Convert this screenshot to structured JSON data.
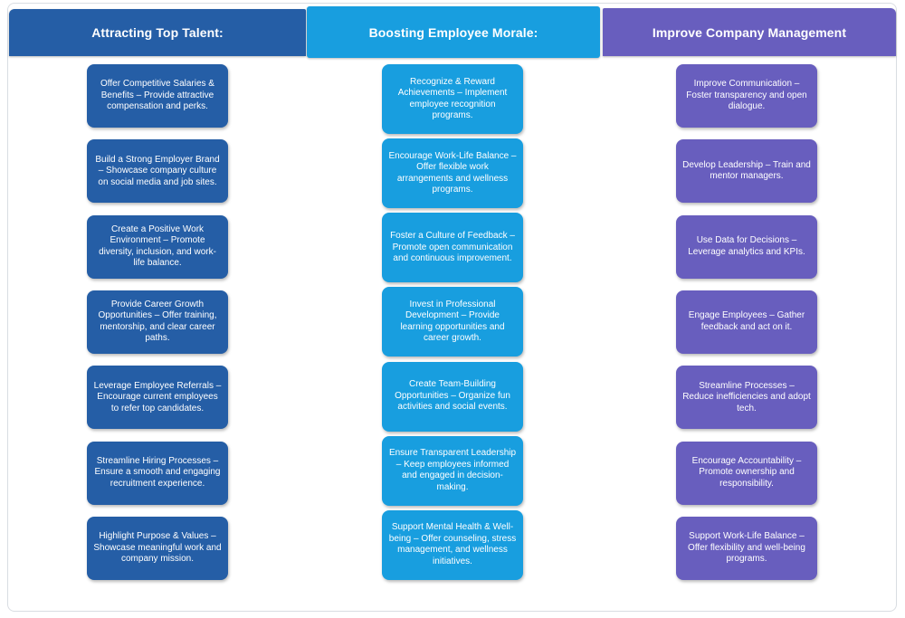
{
  "board": {
    "background_color": "#ffffff",
    "frame_border_color": "#d9dde2",
    "text_color": "#ffffff"
  },
  "columns": [
    {
      "id": "attracting-top-talent",
      "header": "Attracting Top Talent:",
      "color": "#255EA6",
      "cards": [
        "Offer Competitive Salaries & Benefits – Provide attractive compensation and perks.",
        "Build a Strong Employer Brand – Showcase company culture on social media and job sites.",
        "Create a Positive Work Environment – Promote diversity, inclusion, and work-life balance.",
        "Provide Career Growth Opportunities – Offer training, mentorship, and clear career paths.",
        "Leverage Employee Referrals – Encourage current employees to refer top candidates.",
        "Streamline Hiring Processes – Ensure a smooth and engaging recruitment experience.",
        "Highlight Purpose & Values – Showcase meaningful work and company mission."
      ]
    },
    {
      "id": "boosting-employee-morale",
      "header": "Boosting Employee Morale:",
      "color": "#189EDF",
      "cards": [
        "Recognize & Reward Achievements – Implement employee recognition programs.",
        "Encourage Work-Life Balance – Offer flexible work arrangements and wellness programs.",
        "Foster a Culture of Feedback – Promote open communication and continuous improvement.",
        "Invest in Professional Development – Provide learning opportunities and career growth.",
        "Create Team-Building Opportunities – Organize fun activities and social events.",
        "Ensure Transparent Leadership – Keep employees informed and engaged in decision-making.",
        "Support Mental Health & Well-being – Offer counseling, stress management, and wellness initiatives."
      ]
    },
    {
      "id": "improve-company-management",
      "header": "Improve Company Management",
      "color": "#685EBE",
      "cards": [
        "Improve Communication – Foster transparency and open dialogue.",
        "Develop Leadership – Train and mentor managers.",
        "Use Data for Decisions – Leverage analytics and KPIs.",
        "Engage Employees – Gather feedback and act on it.",
        "Streamline Processes – Reduce inefficiencies and adopt tech.",
        "Encourage Accountability – Promote ownership and responsibility.",
        "Support Work-Life Balance – Offer flexibility and well-being programs."
      ]
    }
  ]
}
